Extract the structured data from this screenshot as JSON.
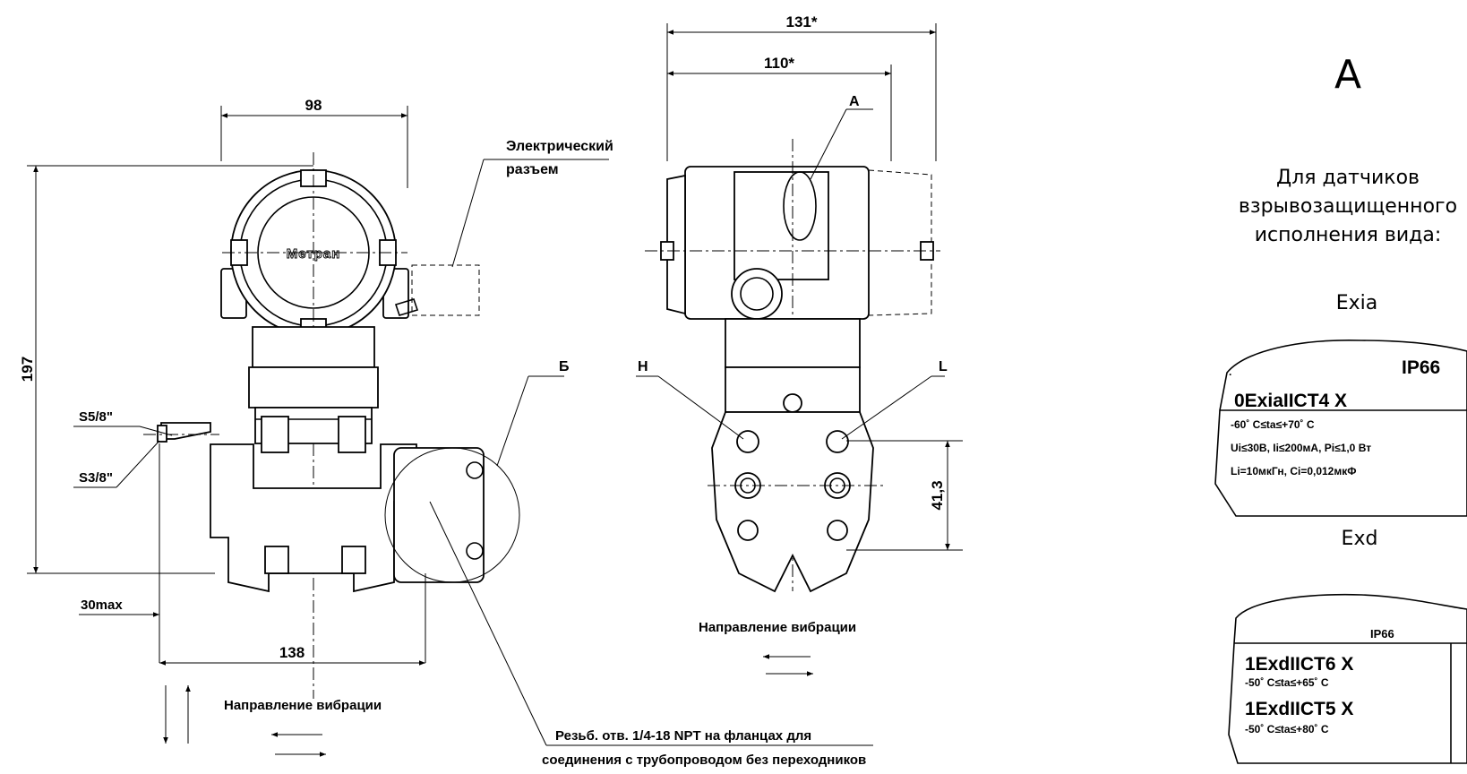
{
  "dimensions": {
    "width_98": "98",
    "height_197": "197",
    "width_131": "131*",
    "width_110": "110*",
    "width_138": "138",
    "offset_30": "30max",
    "spacing_41": "41,3"
  },
  "labels": {
    "electrical_connector_line1": "Электрический",
    "electrical_connector_line2": "разъем",
    "callout_a": "A",
    "callout_b": "Б",
    "callout_h": "H",
    "callout_l": "L",
    "s58": "S5/8\"",
    "s38": "S3/8\"",
    "vibration_left": "Направление вибрации",
    "vibration_right": "Направление вибрации",
    "thread_note_line1": "Резьб. отв. 1/4-18 NPT на фланцах для",
    "thread_note_line2": "соединения с трубопроводом без переходников",
    "cover_brand": "Метран"
  },
  "detail": {
    "title": "A",
    "caption_line1": "Для датчиков",
    "caption_line2": "взрывозащищенного",
    "caption_line3": "исполнения вида:",
    "exia_label": "Exia",
    "exd_label": "Exd"
  },
  "plate_exia": {
    "ip": "IP66",
    "marking": "0ExiaIICT4 X",
    "temp": "-60˚ C≤ta≤+70˚ C",
    "electrical": "Ui≤30B, Ii≤200мA, Pi≤1,0 Вт",
    "inductance": "Li=10мкГн, Ci=0,012мкФ"
  },
  "plate_exd": {
    "ip": "IP66",
    "marking1": "1ExdIICT6 X",
    "temp1": "-50˚ C≤ta≤+65˚ C",
    "marking2": "1ExdIICT5 X",
    "temp2": "-50˚ C≤ta≤+80˚ C"
  }
}
